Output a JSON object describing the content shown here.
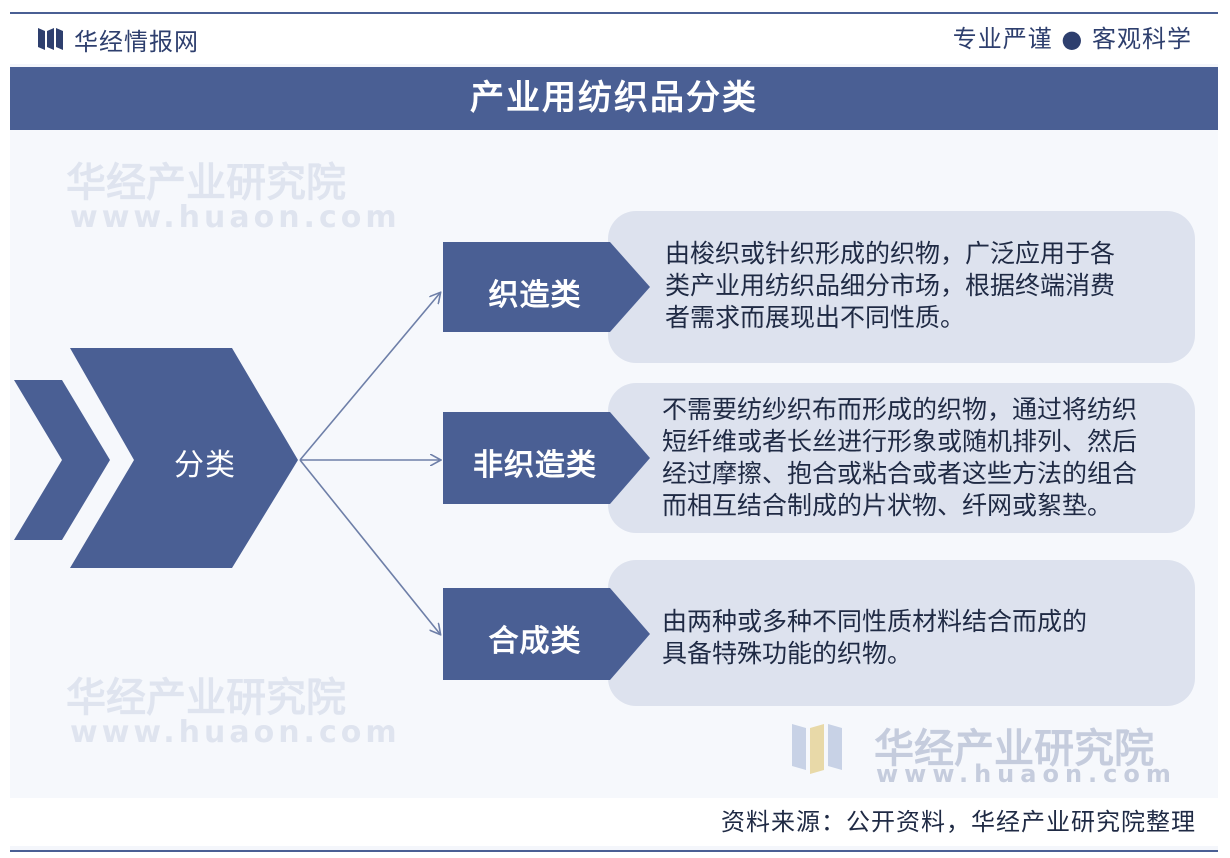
{
  "header": {
    "brand": "华经情报网",
    "slogan": "专业严谨 ● 客观科学"
  },
  "title": "产业用纺织品分类",
  "root": {
    "label": "分类"
  },
  "categories": [
    {
      "label": "织造类",
      "desc": [
        "由梭织或针织形成的织物，广泛应用于各",
        "类产业用纺织品细分市场，根据终端消费",
        "者需求而展现出不同性质。"
      ]
    },
    {
      "label": "非织造类",
      "desc": [
        "不需要纺纱织布而形成的织物，通过将纺织",
        "短纤维或者长丝进行形象或随机排列、然后",
        "经过摩擦、抱合或粘合或者这些方法的组合",
        "而相互结合制成的片状物、纤网或絮垫。"
      ]
    },
    {
      "label": "合成类",
      "desc": [
        "由两种或多种不同性质材料结合而成的",
        "具备特殊功能的织物。"
      ]
    }
  ],
  "watermark": {
    "name": "华经产业研究院",
    "url": "www.huaon.com"
  },
  "footer": {
    "source": "资料来源：公开资料，华经产业研究院整理"
  },
  "colors": {
    "primary": "#4a5f94",
    "box": "#dde2ee",
    "arrow": "#6e7fa8"
  }
}
